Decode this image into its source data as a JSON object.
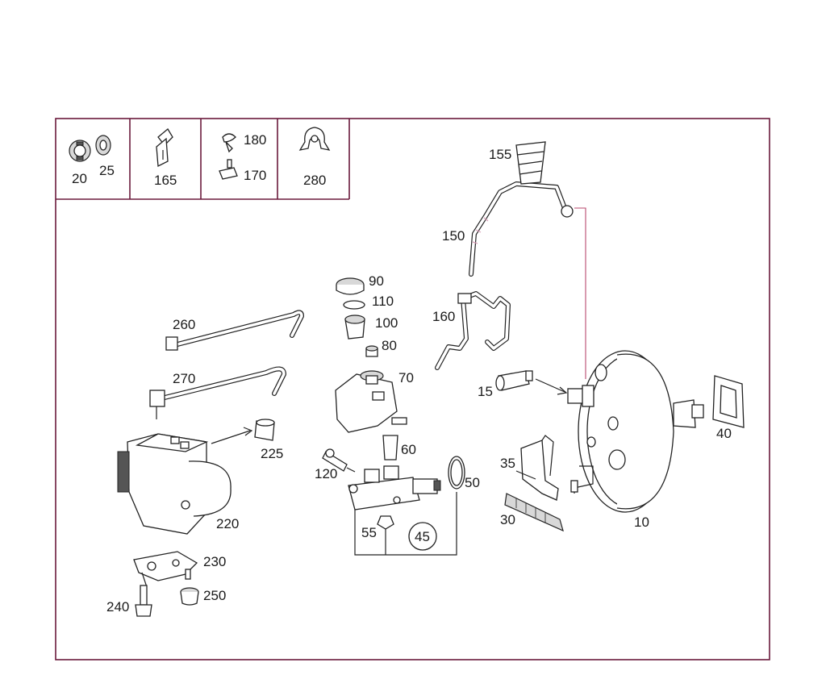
{
  "legend_cells": [
    {
      "labels": [
        "20",
        "25"
      ]
    },
    {
      "labels": [
        "165"
      ]
    },
    {
      "labels": [
        "180",
        "170"
      ]
    },
    {
      "labels": [
        "280"
      ]
    }
  ],
  "callouts": {
    "c10": "10",
    "c15": "15",
    "c30": "30",
    "c35": "35",
    "c40": "40",
    "c45": "45",
    "c50": "50",
    "c55": "55",
    "c60": "60",
    "c70": "70",
    "c80": "80",
    "c90": "90",
    "c100": "100",
    "c110": "110",
    "c120": "120",
    "c150": "150",
    "c155": "155",
    "c160": "160",
    "c220": "220",
    "c225": "225",
    "c230": "230",
    "c240": "240",
    "c250": "250",
    "c260": "260",
    "c270": "270"
  },
  "colors": {
    "frame": "#6b1a3c",
    "accent_line": "#b8486e"
  }
}
